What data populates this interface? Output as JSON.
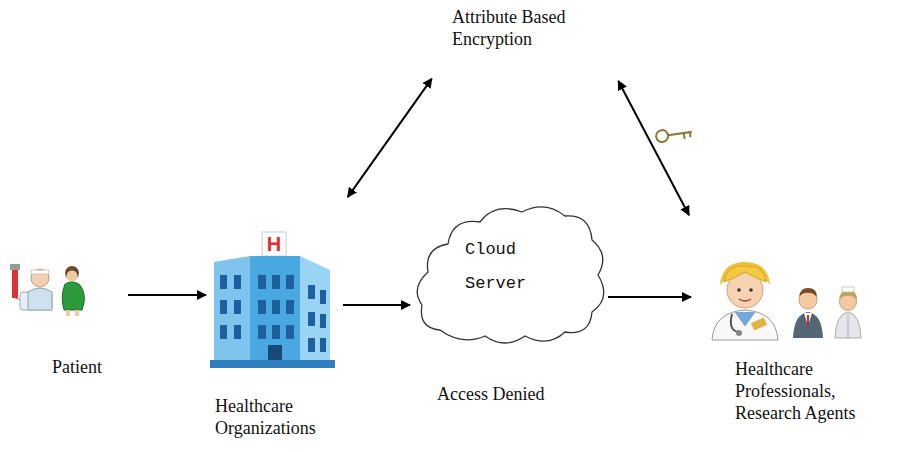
{
  "diagram": {
    "nodes": [
      {
        "text": [
          "Attribute Based Encryption"
        ]
      },
      {
        "text": [
          "Patient"
        ]
      },
      {
        "text": [
          "Healthcare Organizations"
        ]
      },
      {
        "text": [
          "Cloud Server"
        ]
      },
      {
        "text": [
          "Healthcare Professionals, Research Agents"
        ]
      }
    ],
    "edges": [
      {
        "from": 1,
        "to": 2,
        "arrow": "to"
      },
      {
        "from": 2,
        "to": 3,
        "arrow": "to"
      },
      {
        "from": 3,
        "to": 4,
        "arrow": "to"
      },
      {
        "from": 0,
        "to": 2,
        "arrow": "both"
      },
      {
        "from": 0,
        "to": 4,
        "arrow": "both"
      }
    ],
    "labels": [
      "Access Denied"
    ]
  }
}
